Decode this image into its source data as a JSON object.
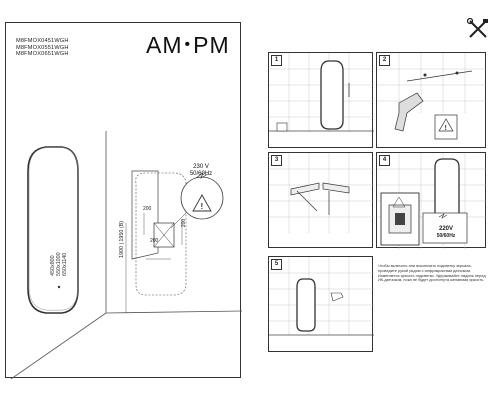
{
  "brand": {
    "left": "AM",
    "dot": "•",
    "right": "PM"
  },
  "models": [
    "M8FMOX0451WGH",
    "M8FMOX0551WGH",
    "M8FMOX0651WGH"
  ],
  "power_spec": {
    "voltage": "230 V",
    "frequency": "50/60Hz"
  },
  "sizes": [
    "450x800",
    "550x1000",
    "650x1140"
  ],
  "height_label": "1900 | 1950 (B)",
  "dims": {
    "d1": "200",
    "d2": "200",
    "d3": "200"
  },
  "steps": [
    "1",
    "2",
    "3",
    "4",
    "5"
  ],
  "step4_power": {
    "voltage": "220V",
    "frequency": "50/60Hz"
  },
  "note": "Чтобы включить или выключить подсветку зеркала, проведите рукой рядом с инфракрасным датчиком. Изменяется яркость подсветки. Удерживайте ладонь перед ИК-датчиком, пока не будет достигнута желаемая яркость."
}
